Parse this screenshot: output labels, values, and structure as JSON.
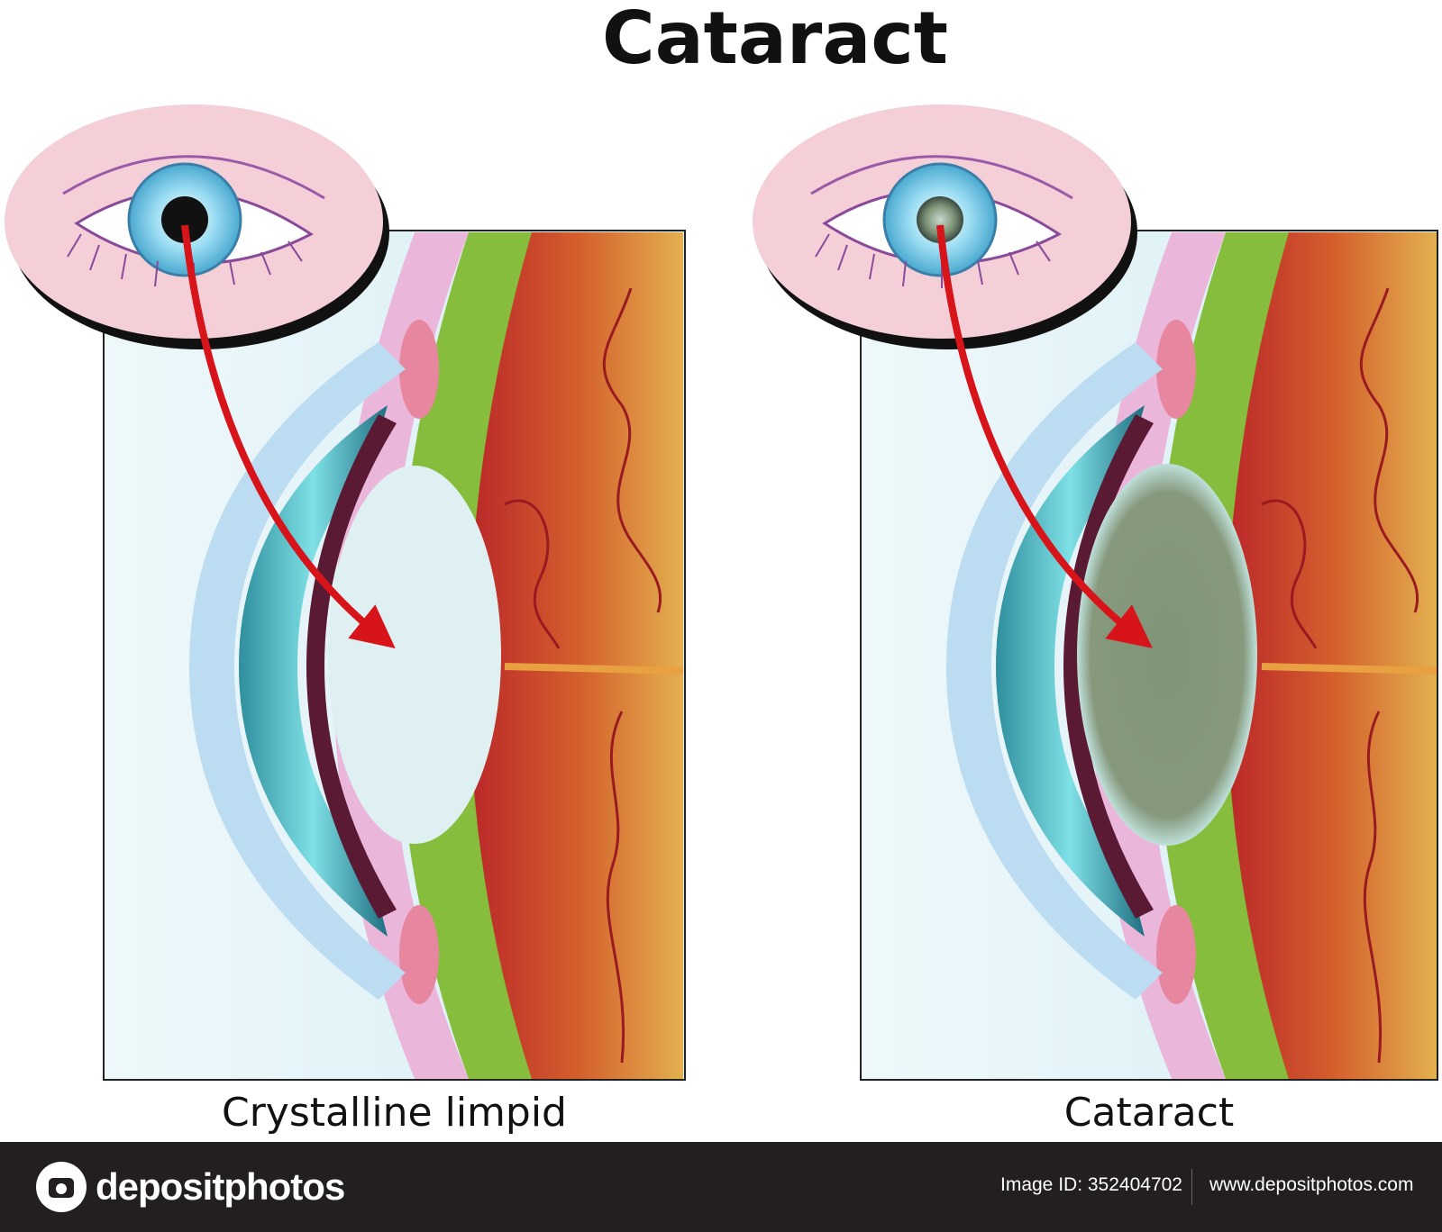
{
  "title": "Cataract",
  "panels": [
    {
      "caption": "Crystalline limpid"
    },
    {
      "caption": "Cataract"
    }
  ],
  "colors": {
    "skin": "#f4cfd8",
    "iris": "#7fd0ea",
    "cornea": "#bcdcf1",
    "anterior_chamber": "#46b9c8",
    "ciliary": "#86bd3c",
    "sclera_inner": "#eab7da",
    "choroid": "#c24a2a",
    "retina_edge": "#e0b04f",
    "clear_lens": "#dff0f2",
    "cloudy_lens": "#7f9478",
    "arrow": "#d8141b"
  },
  "watermark": {
    "logo_text": "depositphotos",
    "image_id_text": "Image ID: 352404702",
    "site_text": "www.depositphotos.com"
  }
}
